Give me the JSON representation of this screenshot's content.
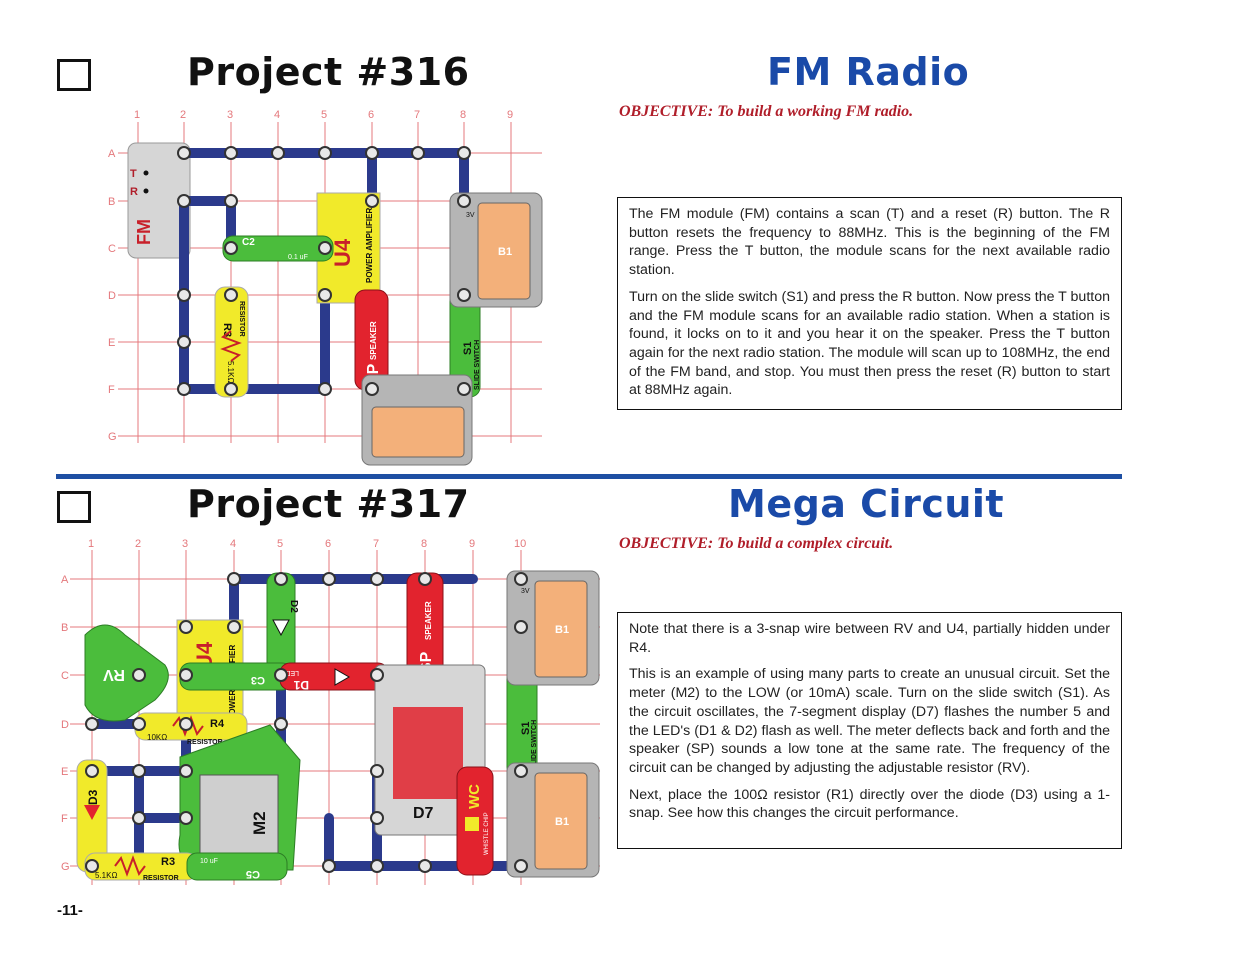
{
  "projects": [
    {
      "title": "Project #316",
      "name": "FM Radio",
      "objective": "OBJECTIVE:  To build a working FM radio.",
      "paragraphs": [
        "The FM module (FM) contains a scan (T) and a reset (R) button.  The R button resets the frequency to 88MHz.  This is the beginning of the FM range.  Press the T button, the module scans for the next available radio station.",
        "Turn on the slide switch (S1) and press the R button.  Now press the T button and the FM module scans for an available radio station. When a station is found, it locks on to it and you hear it on the speaker. Press the T button again for the next radio station.  The module will scan up to 108MHz, the end of the FM band, and stop.  You must then press the reset (R) button to start at 88MHz again."
      ],
      "diagram": {
        "cols": [
          "1",
          "2",
          "3",
          "4",
          "5",
          "6",
          "7",
          "8",
          "9"
        ],
        "rows": [
          "A",
          "B",
          "C",
          "D",
          "E",
          "F",
          "G"
        ],
        "parts": {
          "fm_label": "FM",
          "fm_t": "T",
          "fm_r": "R",
          "c2_label": "C2",
          "c2_value": "0.1 uF",
          "u4_label": "U4",
          "u4_text": "POWER AMPLIFIER",
          "r3_label": "R3",
          "r3_text": "RESISTOR",
          "r3_value": "5.1KΩ",
          "sp_label": "SP",
          "sp_text": "SPEAKER",
          "s1_label": "S1",
          "s1_text": "SLIDE SWITCH",
          "b1_label": "B1",
          "b1_volt": "3V"
        }
      }
    },
    {
      "title": "Project #317",
      "name": "Mega Circuit",
      "objective": "OBJECTIVE:  To build a complex circuit.",
      "paragraphs": [
        "Note that there is a 3-snap wire between RV and U4, partially hidden under R4.",
        "This is an example of using many parts to create an unusual circuit. Set the meter (M2) to the LOW (or 10mA) scale.  Turn on the slide switch (S1).  As the circuit oscillates, the 7-segment display (D7) flashes the number 5 and the LED's (D1 & D2) flash as well.  The meter deflects back and forth and the speaker (SP) sounds a low tone at the same rate.  The frequency of the circuit can be changed by adjusting the adjustable resistor (RV).",
        "Next, place the 100Ω resistor (R1) directly over the diode (D3) using a 1-snap.  See how this changes the circuit performance."
      ],
      "diagram": {
        "cols": [
          "1",
          "2",
          "3",
          "4",
          "5",
          "6",
          "7",
          "8",
          "9",
          "10"
        ],
        "rows": [
          "A",
          "B",
          "C",
          "D",
          "E",
          "F",
          "G"
        ],
        "parts": {
          "rv_label": "RV",
          "u4_label": "U4",
          "u4_text": "POWER AMPLIFIER",
          "d2_label": "D2",
          "c3_label": "C3",
          "d1_label": "D1",
          "d1_text": "LED",
          "r4_label": "R4",
          "r4_text": "RESISTOR",
          "r4_value": "10KΩ",
          "sp_label": "SP",
          "sp_text": "SPEAKER",
          "d7_label": "D7",
          "m2_label": "M2",
          "wc_label": "WC",
          "wc_text": "WHISTLE CHIP",
          "d3_label": "D3",
          "r3_label": "R3",
          "r3_text": "RESISTOR",
          "r3_value": "5.1KΩ",
          "c5_label": "C5",
          "c5_value": "10 uF",
          "s1_label": "S1",
          "s1_text": "SLIDE SWITCH",
          "b1_label": "B1",
          "b1_volt": "3V"
        }
      }
    }
  ],
  "page_number": "-11-",
  "colors": {
    "title_blue": "#1a4aa8",
    "objective_red": "#b01e2a",
    "divider_blue": "#1e4fa3",
    "grid_red": "#e4787c",
    "wire_blue": "#2b3a8c"
  }
}
